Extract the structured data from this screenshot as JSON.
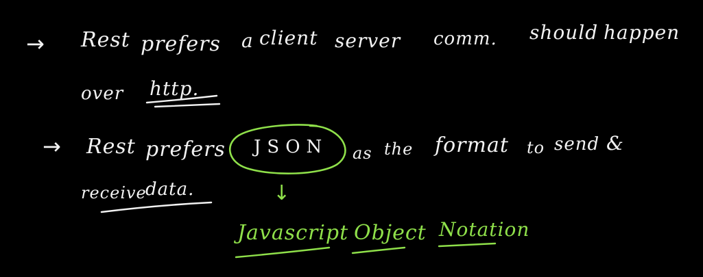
{
  "line1": {
    "word1": "Rest",
    "word2": "prefers",
    "word3": "a",
    "word4": "client",
    "word5": "server",
    "word6": "comm.",
    "word7": "should",
    "word8": "happen"
  },
  "line2": {
    "word1": "over",
    "word2": "http."
  },
  "line3": {
    "word1": "Rest",
    "word2": "prefers",
    "word3": "JSON",
    "word4": "as",
    "word5": "the",
    "word6": "format",
    "word7": "to",
    "word8": "send",
    "word9": "&"
  },
  "line4": {
    "word1": "receive",
    "word2": "data."
  },
  "expansion": {
    "word1": "Javascript",
    "word2": "Object",
    "word3": "Notation"
  },
  "colors": {
    "background": "#000000",
    "white_ink": "#f2f2f2",
    "green_ink": "#8fe04a"
  },
  "icons": {
    "bullet": "right-arrow-icon",
    "pointer": "down-arrow-icon"
  }
}
